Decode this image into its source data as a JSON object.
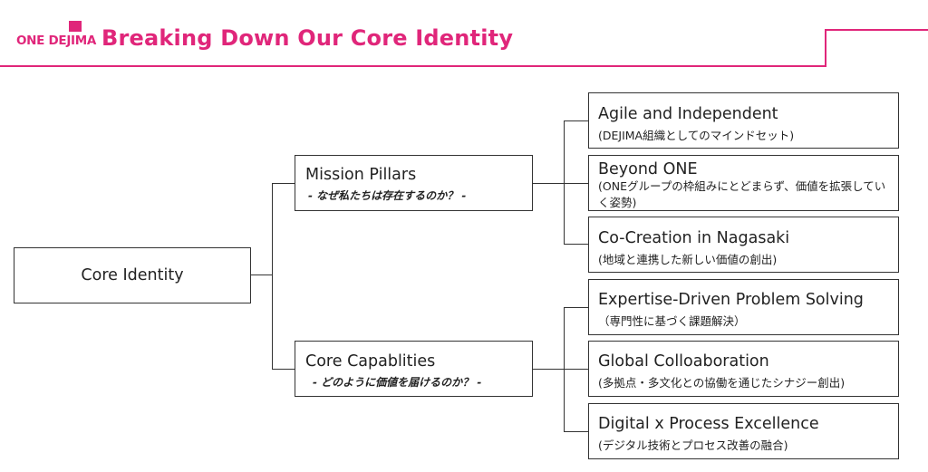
{
  "header": {
    "logo_text": "ONE DEJIMA",
    "title": "Breaking Down Our Core Identity"
  },
  "colors": {
    "accent": "#e0267a",
    "stroke": "#333333"
  },
  "tree": {
    "root": {
      "label": "Core Identity"
    },
    "branches": [
      {
        "label": "Mission Pillars",
        "tagline": "- なぜ私たちは存在するのか？ -",
        "children": [
          {
            "title": "Agile and Independent",
            "subtitle": "(DEJIMA組織としてのマインドセット)"
          },
          {
            "title": "Beyond ONE",
            "subtitle": "(ONEグループの枠組みにとどまらず、価値を拡張していく姿勢)"
          },
          {
            "title": "Co-Creation in Nagasaki",
            "subtitle": "(地域と連携した新しい価値の創出)"
          }
        ]
      },
      {
        "label": "Core Capablities",
        "tagline": "- どのように価値を届けるのか？ -",
        "children": [
          {
            "title": "Expertise-Driven Problem Solving",
            "subtitle": "（専門性に基づく課題解決）"
          },
          {
            "title": "Global Colloaboration",
            "subtitle": "(多拠点・多文化との協働を通じたシナジー創出)"
          },
          {
            "title": "Digital x Process Excellence",
            "subtitle": "(デジタル技術とプロセス改善の融合)"
          }
        ]
      }
    ]
  }
}
